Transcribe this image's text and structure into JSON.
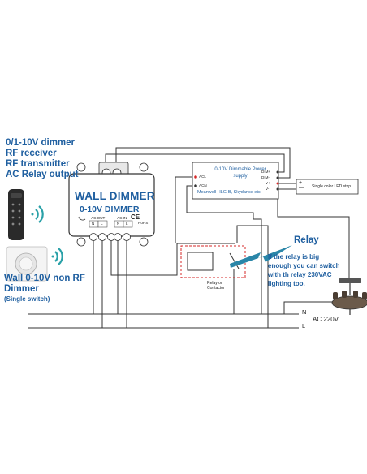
{
  "features": [
    "0/1-10V dimmer",
    "RF receiver",
    "RF transmitter",
    "AC Relay output"
  ],
  "wall_panel": {
    "title_lines": [
      "Wall 0-10V non RF",
      "Dimmer"
    ],
    "subtitle": "(Single switch)"
  },
  "wall_dimmer": {
    "title": "WALL DIMMER",
    "subtitle": "0-10V DIMMER",
    "top_terminals": [
      "+",
      "-"
    ],
    "ac_out_label": "AC OUT",
    "ac_in_label": "AC IN",
    "bottom_terminals": [
      "N",
      "L",
      "N",
      "L"
    ],
    "ce_mark": "CE",
    "rohs_label": "RoHS"
  },
  "power_supply": {
    "title_lines": [
      "0-10V Dimmable Power",
      "supply"
    ],
    "brands": "Meanwell HLG-B, Skydance etc.",
    "left_terminals": [
      "ACL",
      "ACN"
    ],
    "right_terminals": [
      "DIM+",
      "DIM-",
      "V+",
      "V-"
    ]
  },
  "led_strip": {
    "label": "Single color LED strip",
    "polarity": [
      "+",
      "—"
    ]
  },
  "relay": {
    "heading": "Relay",
    "note_lines": [
      "If the relay is big",
      "enough you can switch",
      "with th relay 230VAC",
      "lighting too."
    ],
    "component_label_lines": [
      "Relay or",
      "Contactor"
    ]
  },
  "mains": {
    "n_label": "N",
    "l_label": "L",
    "voltage_label": "AC 220V"
  },
  "colors": {
    "text_blue": "#1f5fa0",
    "arrow_teal": "#2a86a8",
    "wire": "#333333",
    "relay_box": "#d62828",
    "wifi_teal": "#2aa1a8"
  }
}
